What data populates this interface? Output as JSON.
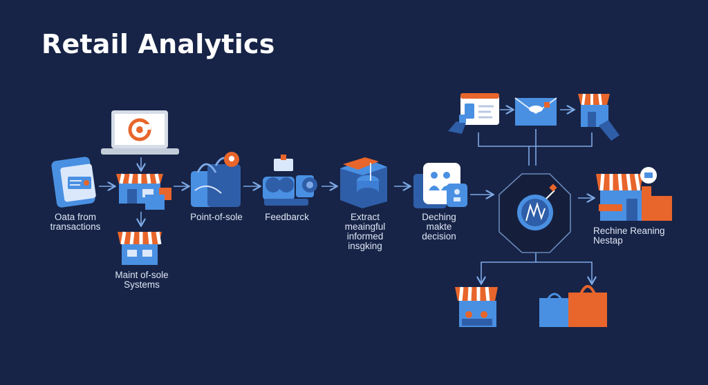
{
  "title": "Retail Analytics",
  "colors": {
    "background": "#172447",
    "accent_orange": "#e8652b",
    "accent_blue": "#4a90e2",
    "dark_blue": "#2f5ea8",
    "connector": "#7ea9e6"
  },
  "nodes": {
    "data_from_transactions": "Oata from\ntransactions",
    "maint_of_sole_systems": "Maint of-sole\nSystems",
    "point_of_sole": "Point-of-sole",
    "feedback": "Feedbarck",
    "extract": "Extract\nmeaingful\ninformed\ninsgking",
    "decision": "Deching\nmakte\ndecision",
    "recheine": "Rechine Reaning\nNestap"
  },
  "icons": [
    "laptop-icon",
    "transaction-document-icon",
    "storefront-icon",
    "shopping-bags-icon",
    "location-pin-icon",
    "feedback-machine-icon",
    "data-processing-icon",
    "team-decision-icon",
    "analytics-hub-icon",
    "browser-icon",
    "email-icon",
    "shop-icon",
    "hand-icon"
  ]
}
